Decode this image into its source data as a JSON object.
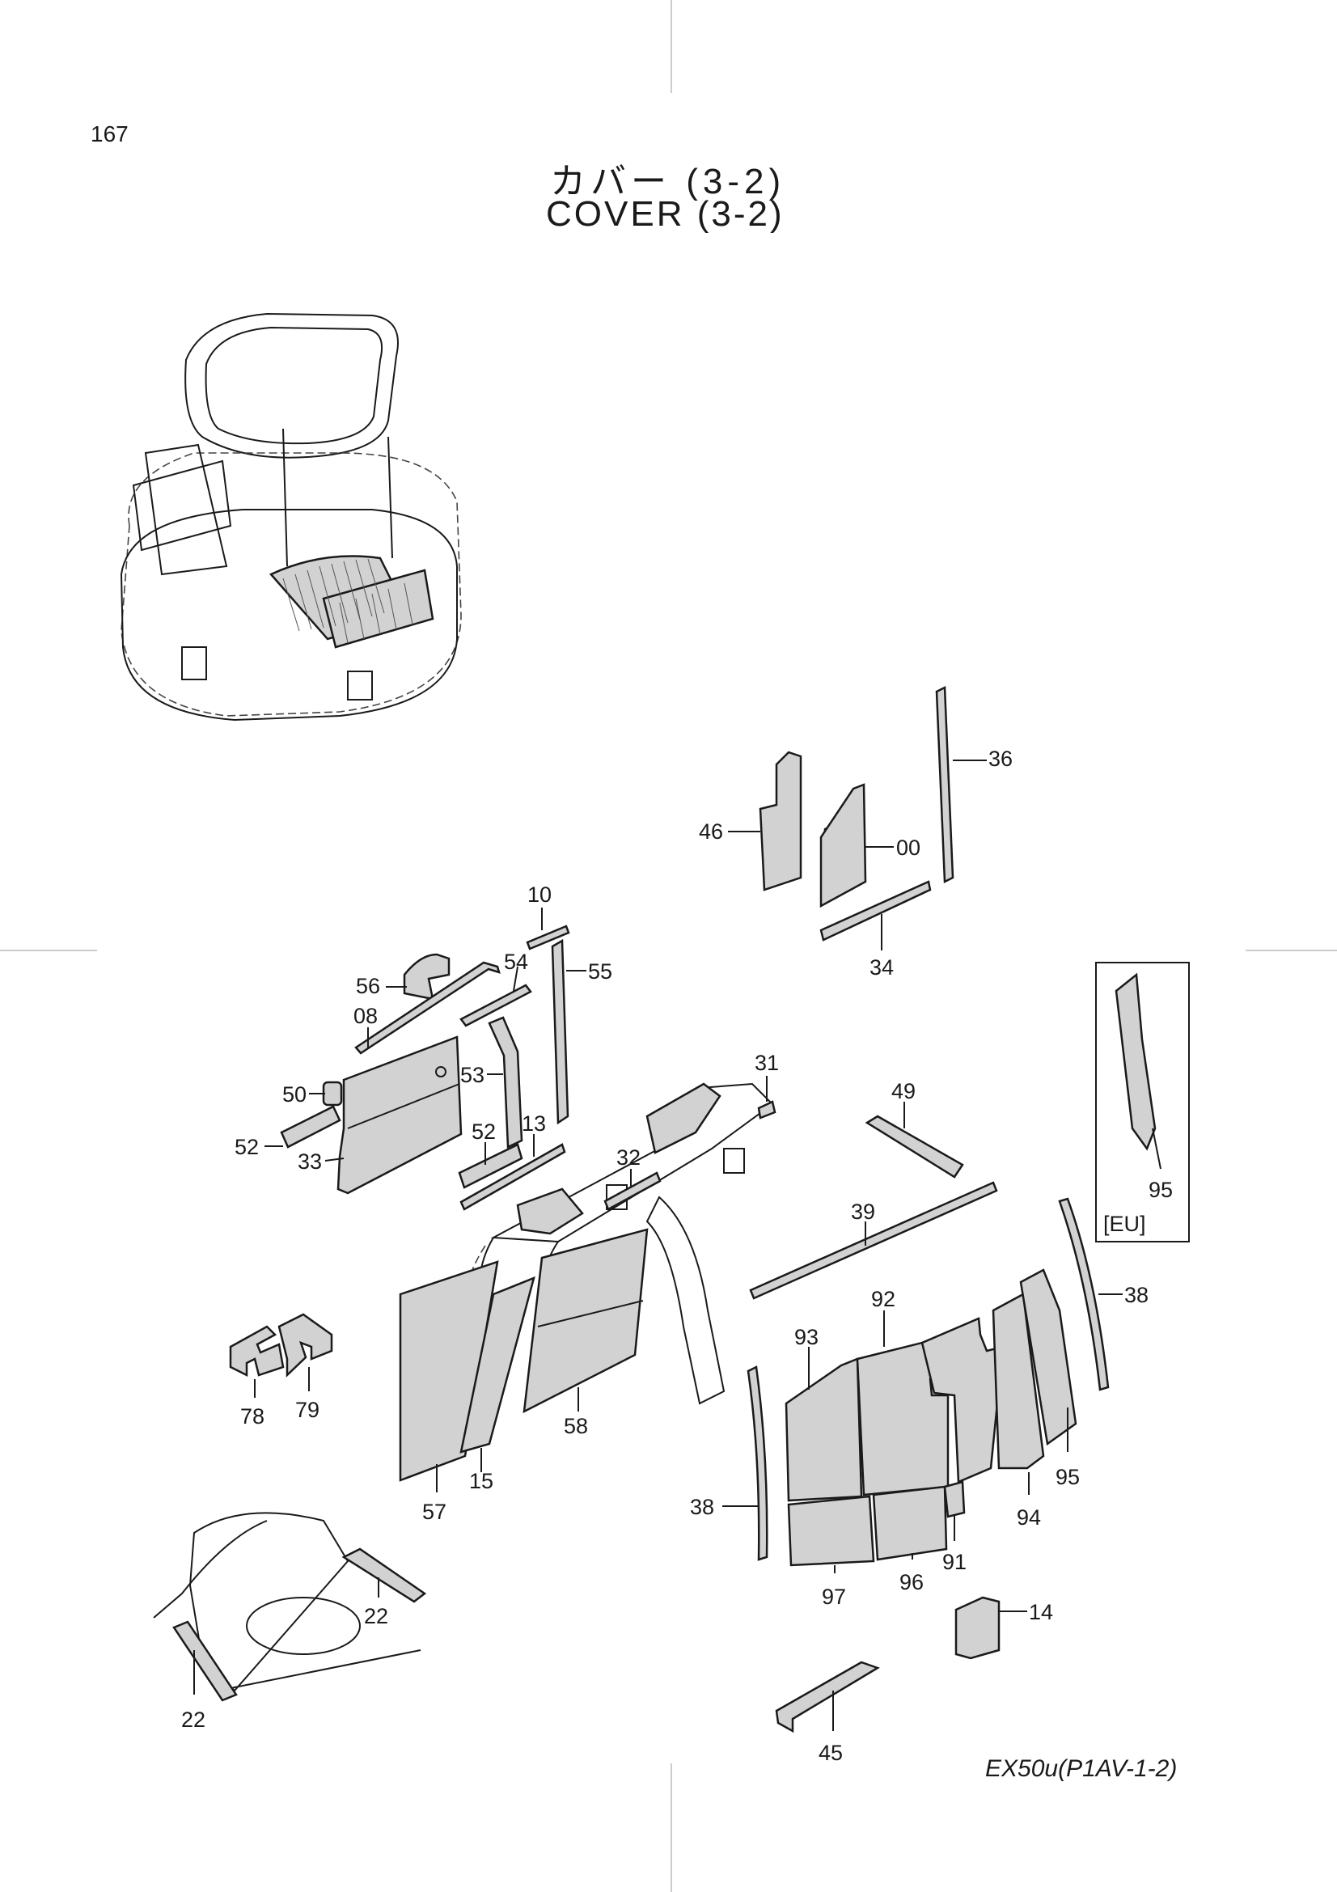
{
  "page_number": "167",
  "title_jp": "カバー  (3-2)",
  "title_en": "COVER  (3-2)",
  "model_code": "EX50u(P1AV-1-2)",
  "eu_box_label": "[EU]",
  "callouts": {
    "c36": "36",
    "c46": "46",
    "c00": "00",
    "c34": "34",
    "c10": "10",
    "c54": "54",
    "c55": "55",
    "c56": "56",
    "c08": "08",
    "c53": "53",
    "c50": "50",
    "c52a": "52",
    "c52b": "52",
    "c13": "13",
    "c33": "33",
    "c31": "31",
    "c32": "32",
    "c49": "49",
    "c95a": "95",
    "c95b": "95",
    "c39": "39",
    "c38a": "38",
    "c38b": "38",
    "c92": "92",
    "c93": "93",
    "c94": "94",
    "c91": "91",
    "c96": "96",
    "c97": "97",
    "c14": "14",
    "c45": "45",
    "c78": "78",
    "c79": "79",
    "c57": "57",
    "c15": "15",
    "c58": "58",
    "c22a": "22",
    "c22b": "22"
  }
}
